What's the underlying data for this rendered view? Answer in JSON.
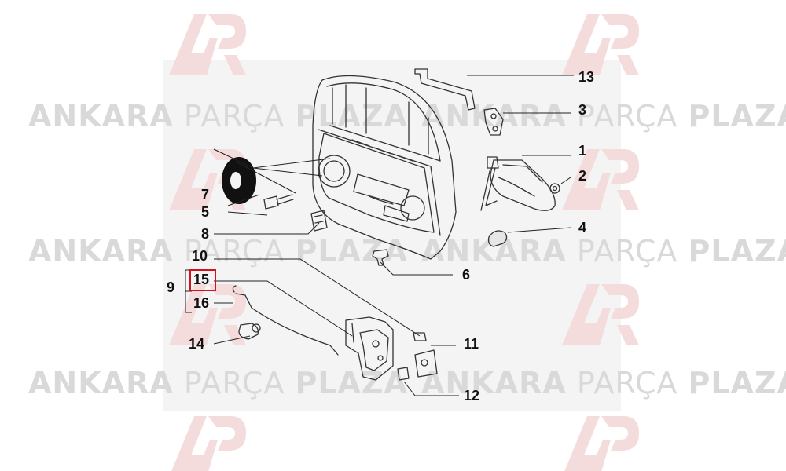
{
  "watermark": {
    "brand_left": "ANKARA",
    "brand_mid": "PARÇA",
    "brand_right": "PLAZA",
    "logo_initials": "AP",
    "logo_color": "#f3dada"
  },
  "callouts": {
    "c1": "1",
    "c2": "2",
    "c3": "3",
    "c4": "4",
    "c5": "5",
    "c6": "6",
    "c7": "7",
    "c8": "8",
    "c9": "9",
    "c10": "10",
    "c11": "11",
    "c12": "12",
    "c13": "13",
    "c14": "14",
    "c15": "15",
    "c16": "16"
  },
  "highlighted_callout": "15",
  "colors": {
    "line": "#222222",
    "highlight": "#d0141e",
    "watermark_text": "#d9d9d9"
  }
}
